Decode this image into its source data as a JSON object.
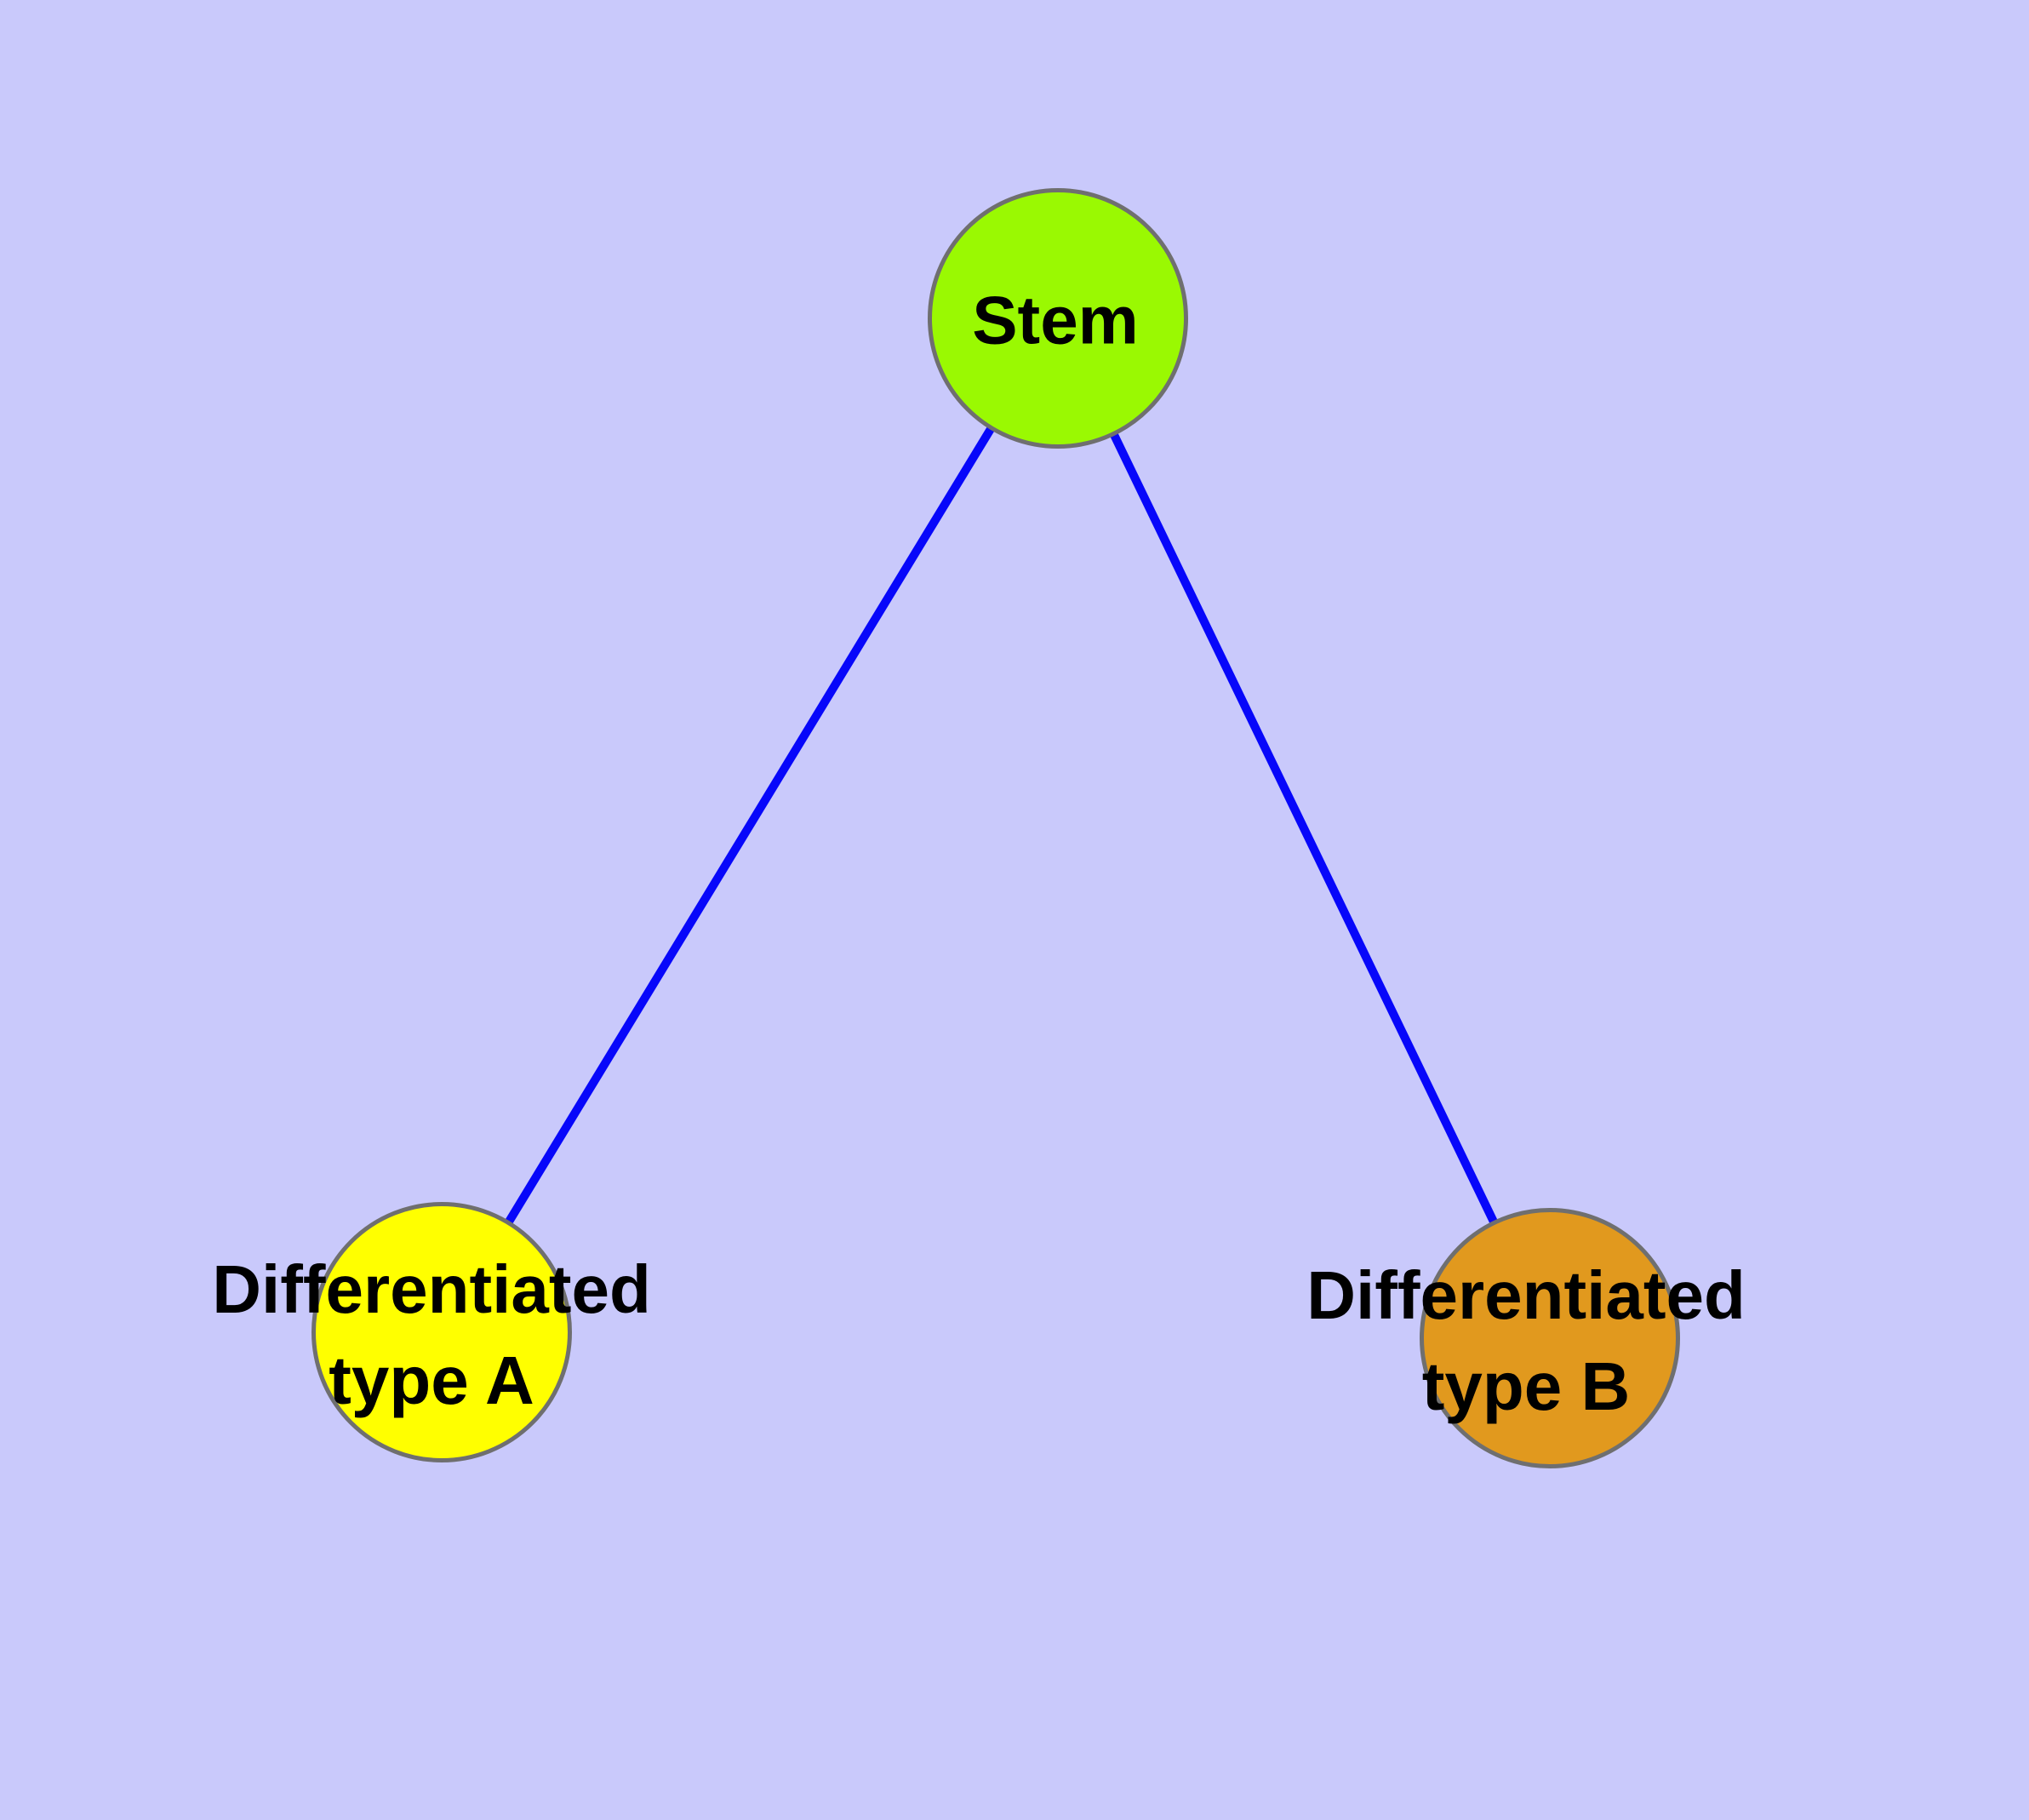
{
  "colors": {
    "background": "#C9C9FB",
    "edge": "#0707FA",
    "node_border": "#6F6F6F",
    "stem_fill": "#9AF902",
    "type_a_fill": "#FFFF00",
    "type_b_fill": "#E1991E",
    "label_text": "#000000"
  },
  "diagram": {
    "type": "node-link-graph",
    "nodes": [
      {
        "id": "stem",
        "label": "Stem",
        "label_lines": [
          "Stem"
        ],
        "shape": "circle",
        "fill": "#9AF902"
      },
      {
        "id": "type_a",
        "label": "Differentiated type A",
        "label_lines": [
          "Differentiated",
          "type A"
        ],
        "shape": "circle",
        "fill": "#FFFF00"
      },
      {
        "id": "type_b",
        "label": "Differentiated type B",
        "label_lines": [
          "Differentiated",
          "type B"
        ],
        "shape": "circle",
        "fill": "#E1991E"
      }
    ],
    "edges": [
      {
        "from": "stem",
        "to": "type_a"
      },
      {
        "from": "stem",
        "to": "type_b"
      }
    ]
  }
}
